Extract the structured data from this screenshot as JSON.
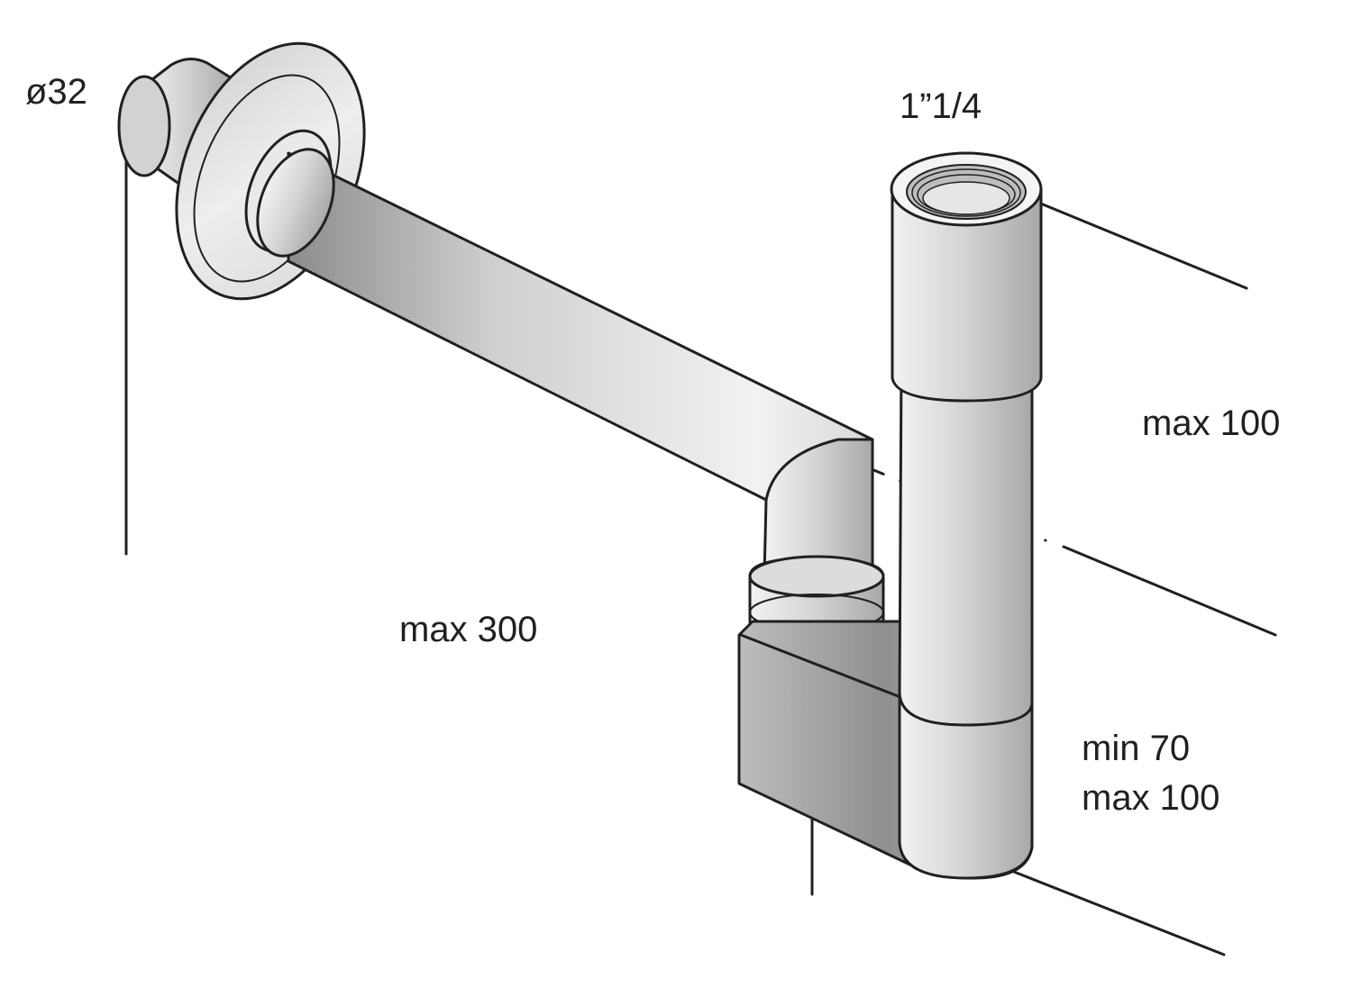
{
  "diagram": {
    "labels": {
      "outlet_diameter": "ø32",
      "inlet_thread": "1”1/4",
      "height_to_trap": "max 100",
      "wall_distance": "max 300",
      "trap_depth_min": "min 70",
      "trap_depth_max": "max 100"
    },
    "colors": {
      "outline": "#231f20",
      "metal_light": "#f4f4f4",
      "metal_mid": "#c9c9c9",
      "metal_dark": "#8e8e8e",
      "background": "#ffffff"
    }
  }
}
